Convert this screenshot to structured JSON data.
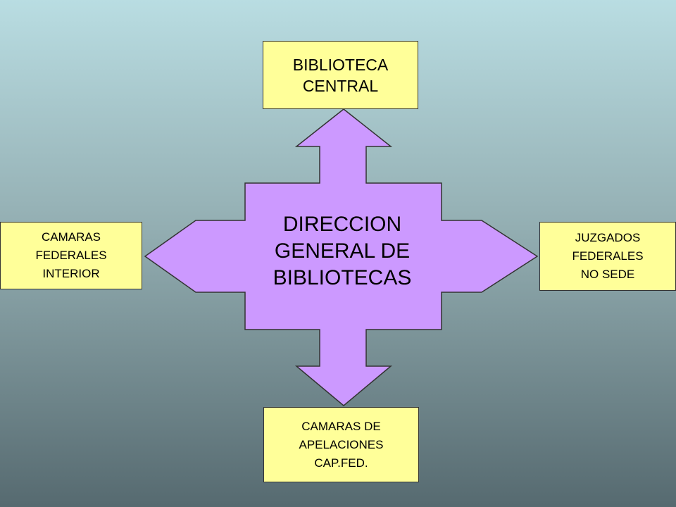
{
  "center": {
    "lines": [
      "DIRECCION",
      "GENERAL DE",
      "BIBLIOTECAS"
    ]
  },
  "boxes": {
    "top": [
      "BIBLIOTECA",
      "CENTRAL"
    ],
    "left": [
      "CAMARAS",
      "FEDERALES",
      "INTERIOR"
    ],
    "right": [
      "JUZGADOS",
      "FEDERALES",
      "NO SEDE"
    ],
    "bottom": [
      "CAMARAS DE",
      "APELACIONES",
      "CAP.FED."
    ]
  },
  "colors": {
    "hub_fill": "#cc99ff",
    "box_fill": "#ffff99",
    "outline": "#333333"
  }
}
